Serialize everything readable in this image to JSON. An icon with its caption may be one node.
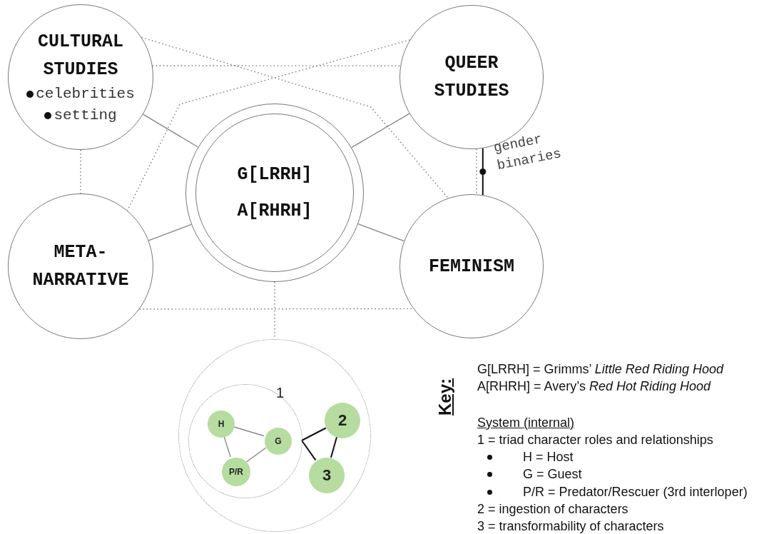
{
  "diagram": {
    "nodes": [
      {
        "text": [
          "CULTURAL STUDIES",
          "celebrities",
          "setting"
        ]
      },
      {
        "text": [
          "QUEER STUDIES"
        ]
      },
      {
        "text": [
          "G[LRRH]",
          "A[RHRH]"
        ]
      },
      {
        "text": [
          "META- NARRATIVE"
        ]
      },
      {
        "text": [
          "FEMINISM"
        ]
      },
      {
        "text": [],
        "shape": "circle"
      },
      {
        "text": [
          "1"
        ],
        "in": 5
      },
      {
        "text": [
          "H"
        ],
        "in": 6
      },
      {
        "text": [
          "G"
        ],
        "in": 6
      },
      {
        "text": [
          "P/R"
        ],
        "in": 6
      },
      {
        "text": [
          "2"
        ],
        "in": 5
      },
      {
        "text": [
          "3"
        ],
        "in": 5
      }
    ],
    "edges": [
      {
        "from": 0,
        "to": 2,
        "arrow": "none"
      },
      {
        "from": 1,
        "to": 2,
        "arrow": "none"
      },
      {
        "from": 3,
        "to": 2,
        "arrow": "none"
      },
      {
        "from": 4,
        "to": 2,
        "arrow": "none"
      },
      {
        "from": 0,
        "to": 1,
        "arrow": "none",
        "style": "dashed"
      },
      {
        "from": 0,
        "to": 4,
        "arrow": "none",
        "style": "dashed"
      },
      {
        "from": 1,
        "to": 3,
        "arrow": "none",
        "style": "dashed"
      },
      {
        "from": 0,
        "to": 3,
        "arrow": "none",
        "style": "dashed"
      },
      {
        "from": 3,
        "to": 4,
        "arrow": "none",
        "style": "dashed"
      },
      {
        "from": 1,
        "to": 4,
        "arrow": "none",
        "style": "dashed"
      },
      {
        "from": 1,
        "to": 4,
        "arrow": "none",
        "label": "gender binaries",
        "color": "#111111"
      },
      {
        "from": 2,
        "to": 5,
        "arrow": "none",
        "style": "dashed"
      },
      {
        "from": 7,
        "to": 8,
        "arrow": "none"
      },
      {
        "from": 7,
        "to": 9,
        "arrow": "none"
      },
      {
        "from": 9,
        "to": 8,
        "arrow": "none"
      },
      {
        "from": 6,
        "to": 10,
        "arrow": "none",
        "color": "#111111"
      },
      {
        "from": 6,
        "to": 11,
        "arrow": "none",
        "color": "#111111"
      },
      {
        "from": 10,
        "to": 11,
        "arrow": "none",
        "color": "#111111"
      }
    ],
    "labels": [
      "Key:",
      "G[LRRH] = Grimms’ *Little Red Riding Hood*",
      "A[RHRH] = Avery’s *Red Hot Riding Hood*",
      "System (internal)",
      "1 = triad character roles and relationships",
      "H = Host",
      "G = Guest",
      "P/R = Predator/Rescuer (3rd interloper)",
      "2 = ingestion of characters",
      "3 = transformability of characters"
    ]
  }
}
